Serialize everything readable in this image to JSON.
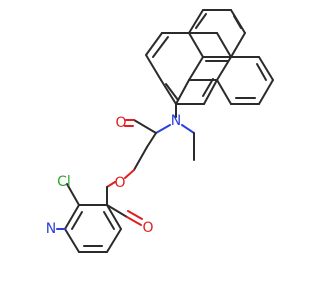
{
  "atoms": {
    "chlorine": "Cl",
    "pyridine_nitrogen": "N",
    "ester_oxygen_single": "O",
    "ester_oxygen_double": "O",
    "amide_oxygen": "O",
    "amide_nitrogen": "N"
  },
  "colors": {
    "bond": "#2b2b2b",
    "oxygen": "#e01e1e",
    "nitrogen": "#2b3fe0",
    "chlorine": "#2fa62f"
  }
}
